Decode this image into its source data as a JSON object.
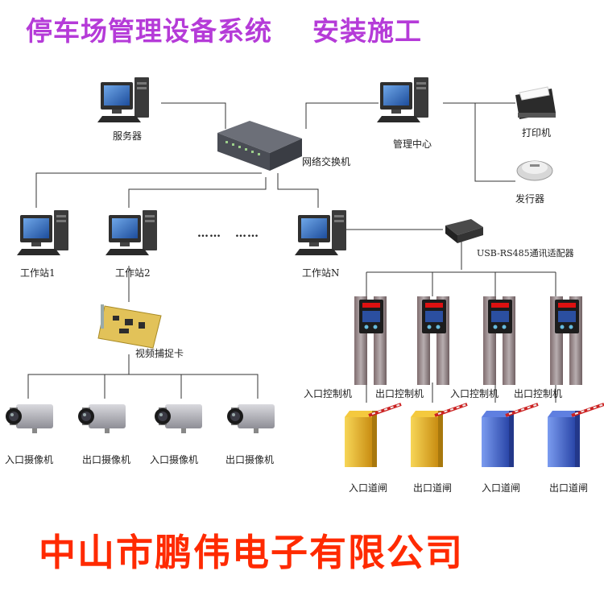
{
  "title": "停车场管理设备系统    安装施工",
  "footer": "中山市鹏伟电子有限公司",
  "labels": {
    "server": "服务器",
    "switch": "网络交换机",
    "management_center": "管理中心",
    "printer": "打印机",
    "issuer": "发行器",
    "workstation1": "工作站1",
    "workstation2": "工作站2",
    "workstationN": "工作站N",
    "ellipsis1": "……",
    "ellipsis2": "……",
    "video_card": "视频捕捉卡",
    "adapter": "USB-RS485通讯适配器",
    "cameras": [
      "入口摄像机",
      "出口摄像机",
      "入口摄像机",
      "出口摄像机"
    ],
    "controllers": [
      "入口控制机",
      "出口控制机",
      "入口控制机",
      "出口控制机"
    ],
    "gates": [
      "入口道闸",
      "出口道闸",
      "入口道闸",
      "出口道闸"
    ]
  },
  "colors": {
    "title": "#b53bd8",
    "footer": "#ff2a00",
    "gate_gold": "#e9b92c",
    "gate_blue": "#3f62c8"
  }
}
